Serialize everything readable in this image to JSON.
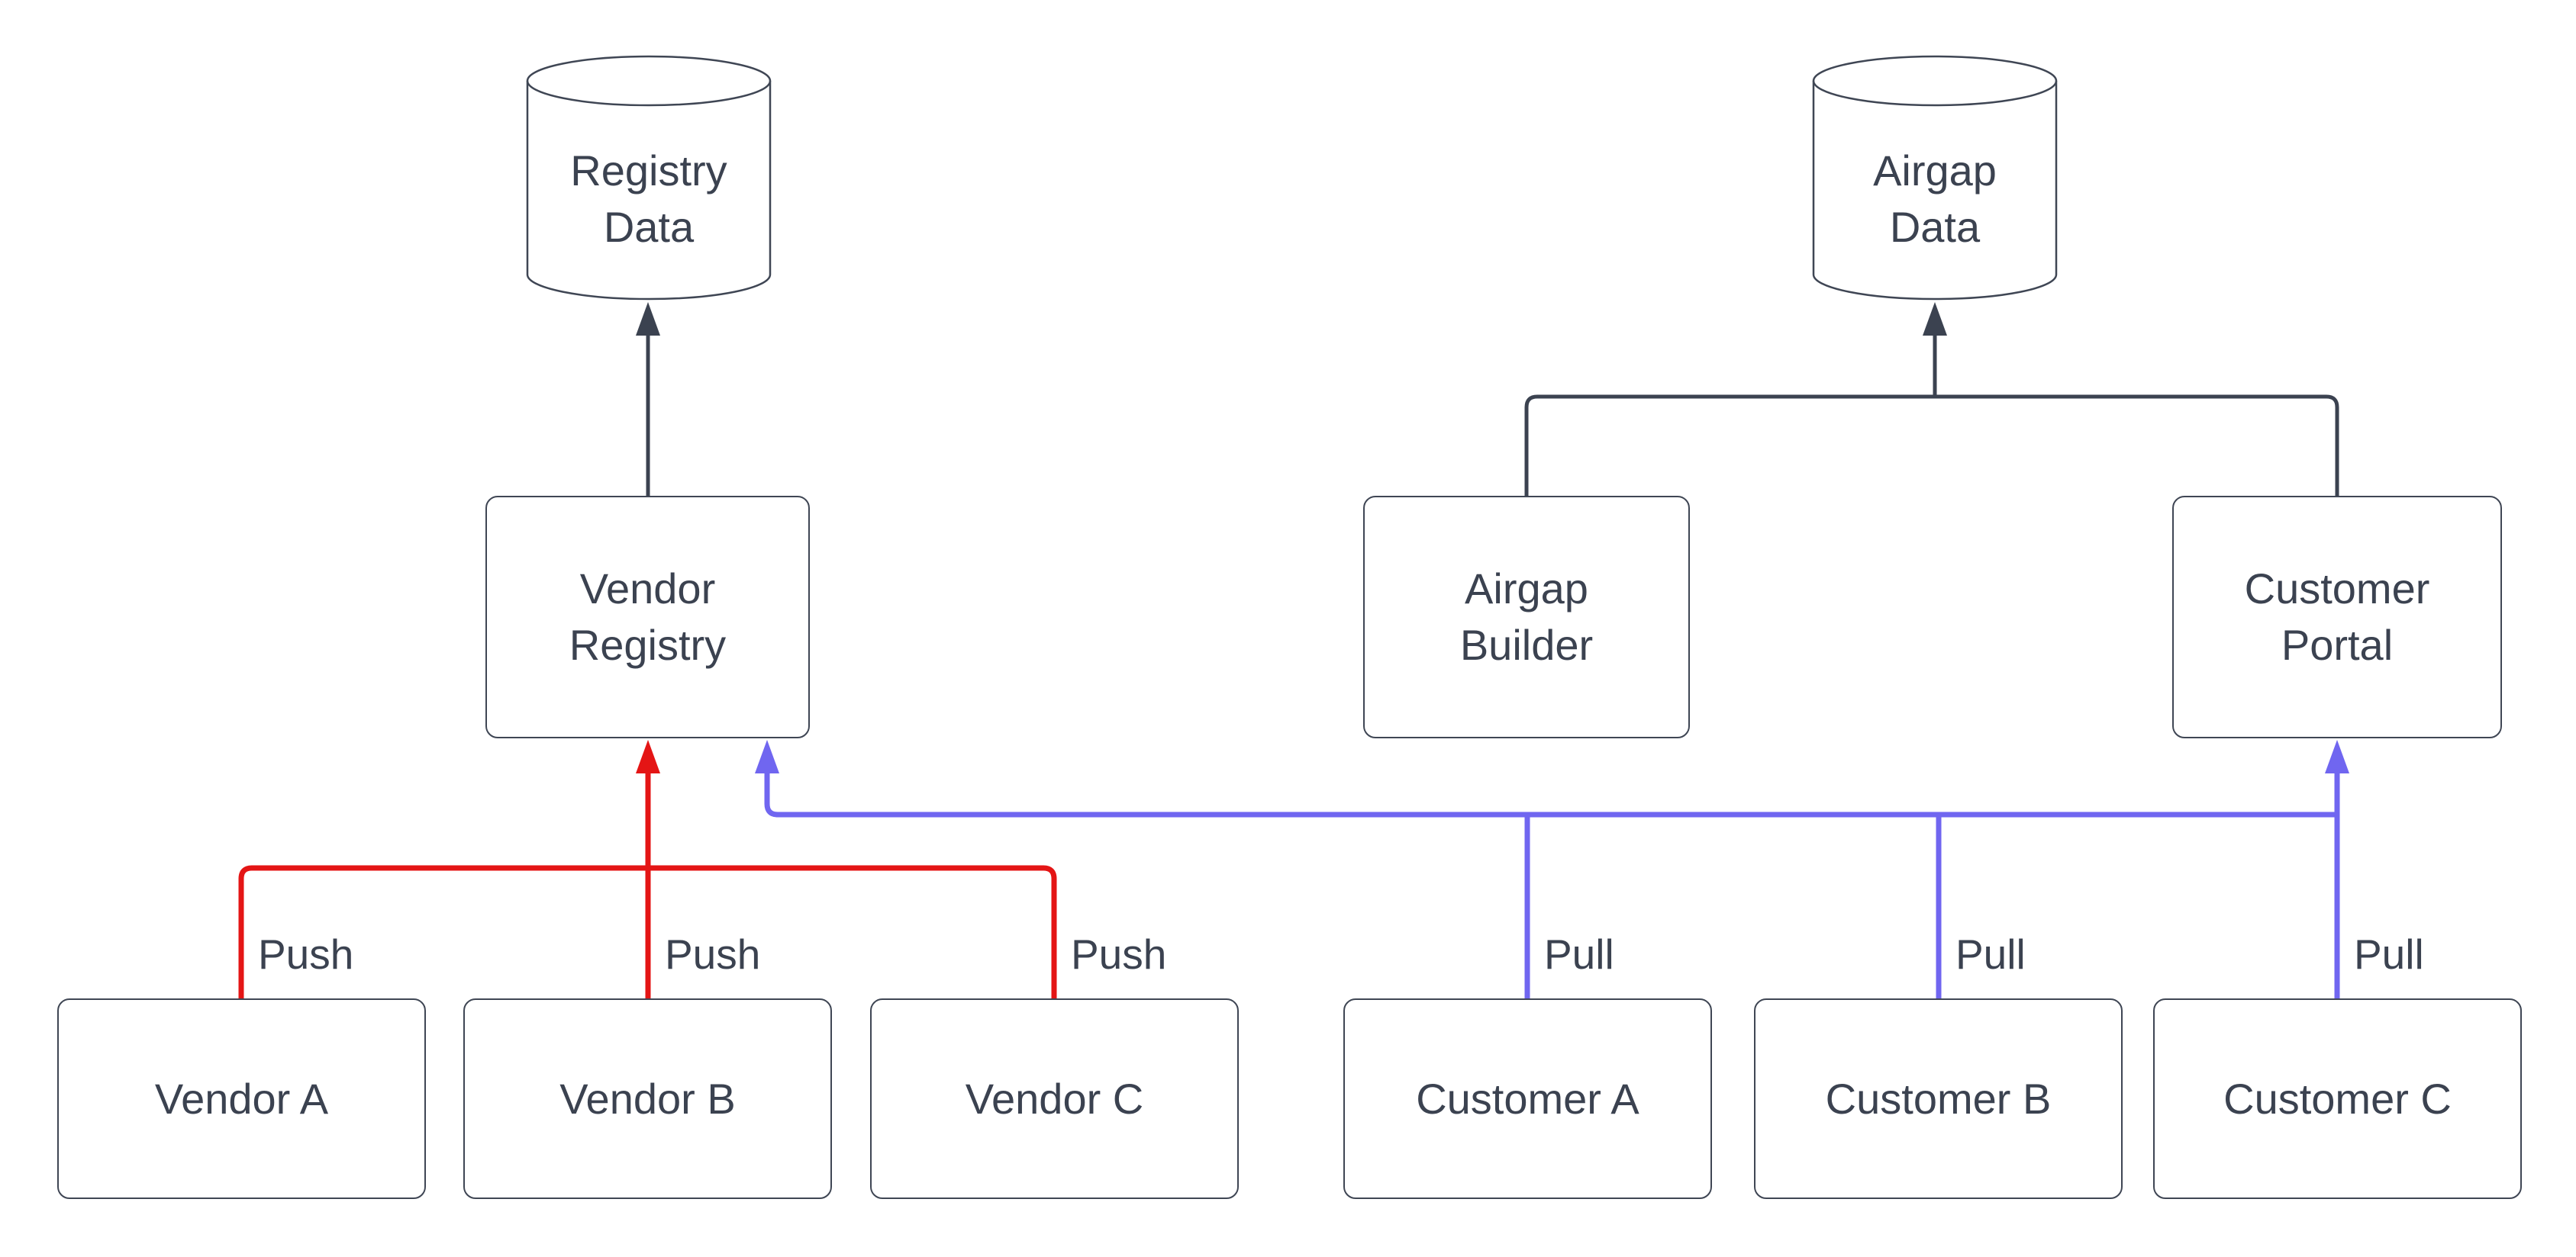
{
  "colors": {
    "dark_connector": "#3b4250",
    "push_red": "#e41515",
    "pull_blue": "#7066f0",
    "shape_border": "#3f4654",
    "background": "#ffffff"
  },
  "nodes": {
    "registry_data": {
      "type": "database-cylinder",
      "line1": "Registry",
      "line2": "Data"
    },
    "airgap_data": {
      "type": "database-cylinder",
      "line1": "Airgap",
      "line2": "Data"
    },
    "vendor_registry": {
      "type": "process-box",
      "line1": "Vendor",
      "line2": "Registry"
    },
    "airgap_builder": {
      "type": "process-box",
      "line1": "Airgap",
      "line2": "Builder"
    },
    "customer_portal": {
      "type": "process-box",
      "line1": "Customer",
      "line2": "Portal"
    },
    "vendor_a": {
      "type": "process-box",
      "label": "Vendor A"
    },
    "vendor_b": {
      "type": "process-box",
      "label": "Vendor B"
    },
    "vendor_c": {
      "type": "process-box",
      "label": "Vendor C"
    },
    "customer_a": {
      "type": "process-box",
      "label": "Customer A"
    },
    "customer_b": {
      "type": "process-box",
      "label": "Customer B"
    },
    "customer_c": {
      "type": "process-box",
      "label": "Customer C"
    }
  },
  "edge_labels": {
    "push_a": "Push",
    "push_b": "Push",
    "push_c": "Push",
    "pull_a": "Pull",
    "pull_b": "Pull",
    "pull_c": "Pull"
  }
}
